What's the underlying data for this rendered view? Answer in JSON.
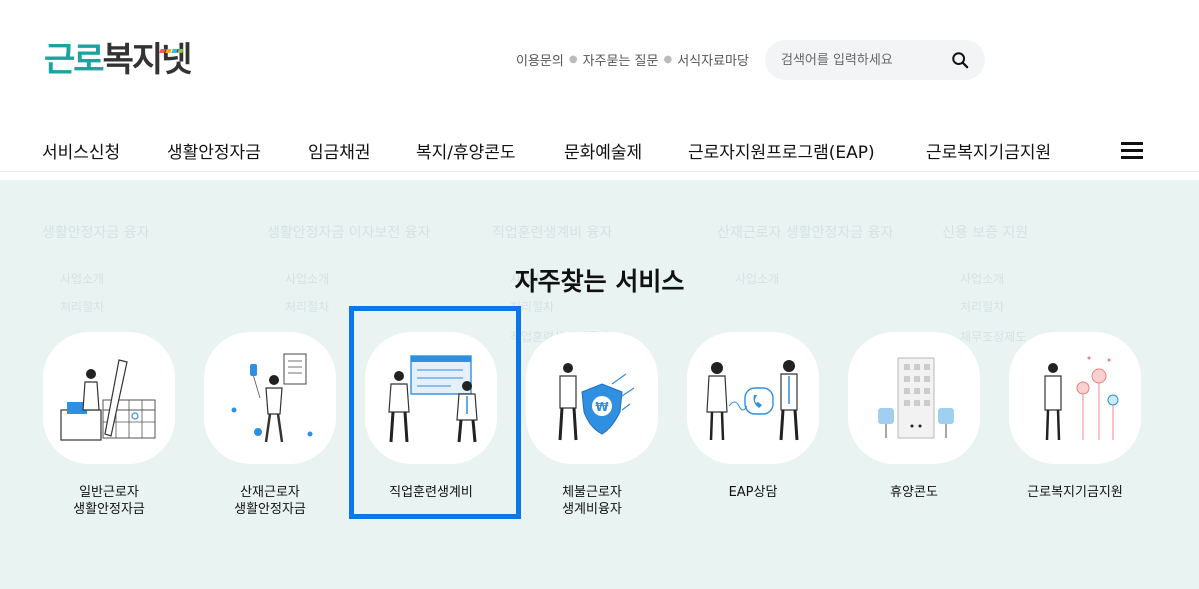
{
  "header": {
    "logo_part1": "근로",
    "logo_part2": "복지넷",
    "utils": [
      "이용문의",
      "자주묻는 질문",
      "서식자료마당"
    ],
    "search_placeholder": "검색어를 입력하세요"
  },
  "gnb": {
    "items": [
      "서비스신청",
      "생활안정자금",
      "임금채권",
      "복지/휴양콘도",
      "문화예술제",
      "근로자지원프로그램(EAP)",
      "근로복지기금지원"
    ]
  },
  "dropdown_ghost": {
    "columns": [
      {
        "title": "생활안정자금 융자",
        "subs": [
          "사업소개",
          "처리절차"
        ]
      },
      {
        "title": "생활안정자금 이자보전 융자",
        "subs": [
          "사업소개",
          "처리절차"
        ]
      },
      {
        "title": "직업훈련생계비 융자",
        "subs": [
          "사업소개",
          "처리절차",
          "직업훈련생계비융자"
        ]
      },
      {
        "title": "산재근로자 생활안정자금 융자",
        "subs": [
          "사업소개"
        ]
      },
      {
        "title": "신용 보증 지원",
        "subs": [
          "사업소개",
          "처리절차",
          "채무조정제도"
        ]
      }
    ]
  },
  "main": {
    "section_title": "자주찾는 서비스",
    "services": [
      {
        "label": "일반근로자\n생활안정자금",
        "icon": "office-worker-calendar-icon"
      },
      {
        "label": "산재근로자\n생활안정자금",
        "icon": "injured-worker-iv-icon"
      },
      {
        "label": "직업훈련생계비",
        "icon": "training-presentation-icon"
      },
      {
        "label": "체불근로자\n생계비융자",
        "icon": "shield-won-icon"
      },
      {
        "label": "EAP상담",
        "icon": "phone-counseling-icon"
      },
      {
        "label": "휴양콘도",
        "icon": "condo-building-icon"
      },
      {
        "label": "근로복지기금지원",
        "icon": "welfare-fund-flowers-icon"
      }
    ]
  },
  "colors": {
    "brand_teal": "#1ba3a0",
    "panel_bg": "#e9f3f2",
    "highlight_blue": "#0a77ee",
    "icon_blue": "#2f8fe0"
  }
}
